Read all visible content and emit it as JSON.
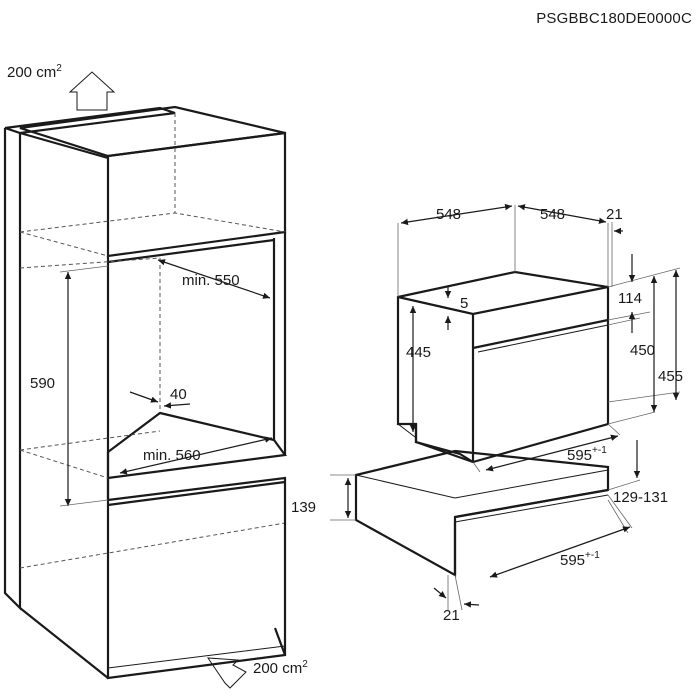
{
  "doc_code": "PSGBBC180DE0000C",
  "vent_top": {
    "value": "200 cm",
    "exp": "2"
  },
  "vent_bottom": {
    "value": "200 cm",
    "exp": "2"
  },
  "cabinet": {
    "min_depth_upper": "min. 550",
    "min_depth_lower": "min. 560",
    "niche_height": "590",
    "front_gap": "40"
  },
  "oven": {
    "width_left": "548",
    "width_right": "548",
    "front_depth": "21",
    "top_gap": "5",
    "front_height": "445",
    "panel_height": "114",
    "body_height": "450",
    "total_height": "455",
    "width": "595",
    "width_tol": "+-1"
  },
  "drawer": {
    "height": "139",
    "gap": "129-131",
    "width": "595",
    "width_tol": "+-1",
    "front_depth": "21"
  }
}
